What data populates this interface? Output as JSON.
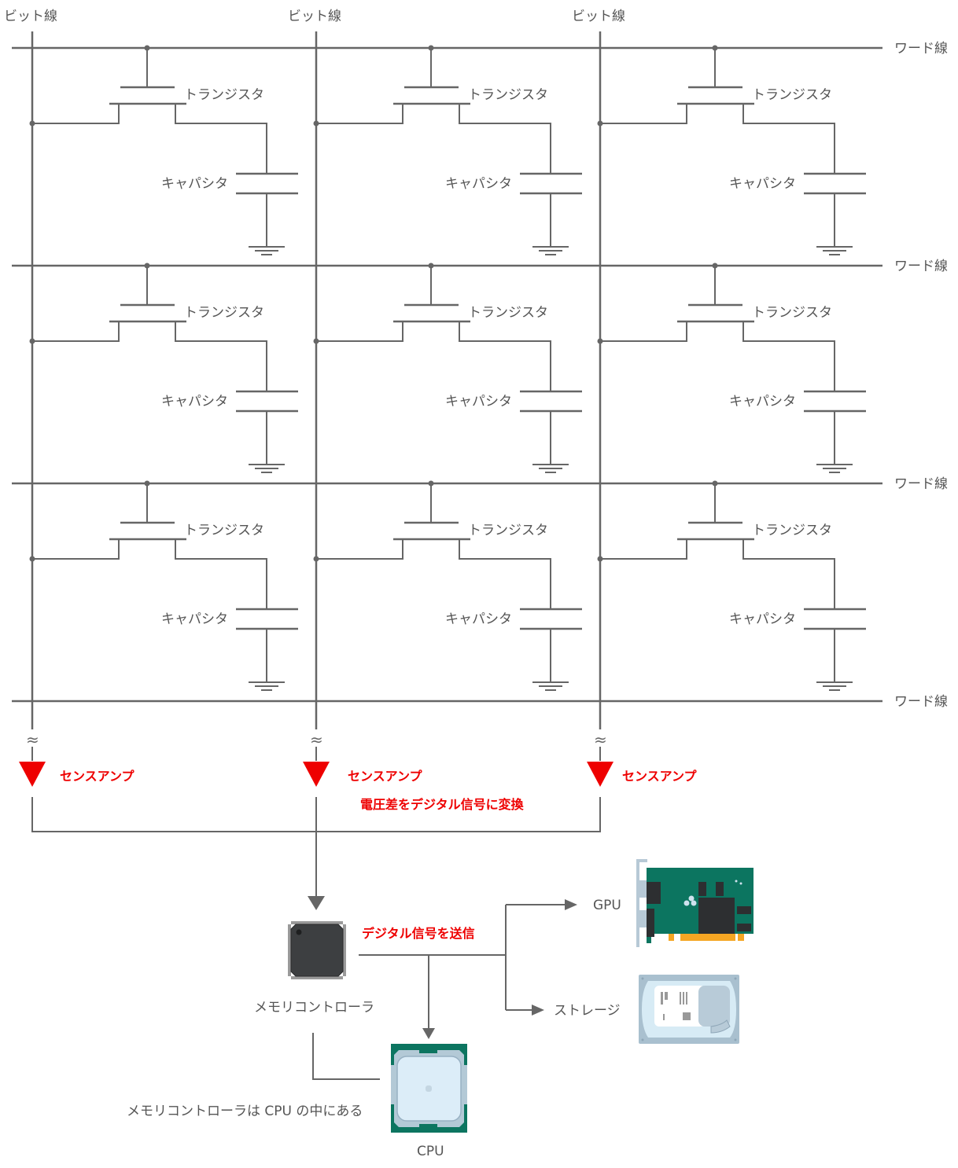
{
  "labels": {
    "bit_line": "ビット線",
    "word_line": "ワード線",
    "transistor": "トランジスタ",
    "capacitor": "キャパシタ",
    "sense_amp": "センスアンプ",
    "convert_note": "電圧差をデジタル信号に変換",
    "send_note": "デジタル信号を送信",
    "memory_controller": "メモリコントローラ",
    "gpu": "GPU",
    "storage": "ストレージ",
    "cpu": "CPU",
    "mc_in_cpu_note": "メモリコントローラは CPU の中にある",
    "break_symbol": "≈"
  },
  "grid": {
    "bit_lines": 3,
    "word_lines": 4,
    "cell_rows": 3,
    "cell_cols": 3
  },
  "colors": {
    "line": "#666666",
    "text": "#555555",
    "accent_red": "#ee0000",
    "chip_dark": "#3d3f41",
    "pcb_green": "#0c7560",
    "gold": "#f5a623",
    "drive_light": "#d7ebf5",
    "drive_frame": "#9fb6c6",
    "cpu_green": "#0c7560",
    "cpu_light": "#dcedf8"
  }
}
